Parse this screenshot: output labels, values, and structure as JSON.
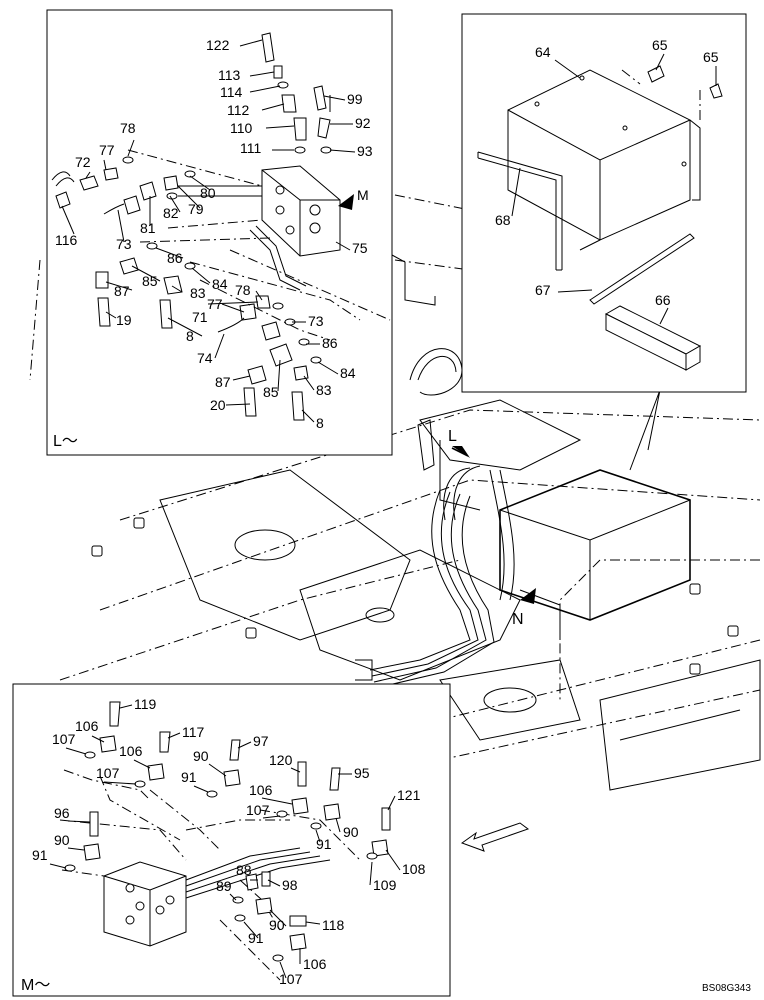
{
  "drawing_code": "BS08G343",
  "frames": {
    "L": {
      "label": "L～"
    },
    "M": {
      "label": "M～"
    }
  },
  "view_markers": {
    "L": "L",
    "M": "M",
    "N": "N"
  },
  "callouts_L": [
    "122",
    "113",
    "114",
    "112",
    "99",
    "110",
    "92",
    "111",
    "93",
    "78",
    "77",
    "72",
    "80",
    "82",
    "79",
    "81",
    "116",
    "73",
    "75",
    "86",
    "85",
    "84",
    "78",
    "87",
    "83",
    "19",
    "77",
    "71",
    "73",
    "8",
    "86",
    "74",
    "87",
    "85",
    "84",
    "83",
    "20",
    "8"
  ],
  "callouts_top_right": [
    "64",
    "65",
    "65",
    "68",
    "67",
    "66"
  ],
  "callouts_M": [
    "119",
    "106",
    "117",
    "107",
    "106",
    "97",
    "90",
    "120",
    "95",
    "107",
    "91",
    "106",
    "96",
    "107",
    "121",
    "90",
    "91",
    "90",
    "91",
    "108",
    "88",
    "109",
    "89",
    "98",
    "90",
    "118",
    "91",
    "106",
    "107"
  ]
}
